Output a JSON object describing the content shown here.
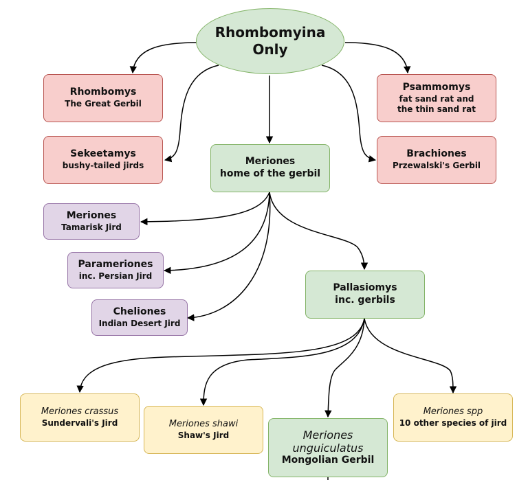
{
  "root": {
    "line1": "Rhombomyina",
    "line2": "Only"
  },
  "genera_left": [
    {
      "title": "Rhombomys",
      "subtitle": "The Great Gerbil"
    },
    {
      "title": "Sekeetamys",
      "subtitle": "bushy-tailed jirds"
    }
  ],
  "genera_right": [
    {
      "title": "Psammomys",
      "subtitle_line1": "fat sand rat and",
      "subtitle_line2": "the thin sand rat"
    },
    {
      "title": "Brachiones",
      "subtitle": "Przewalski's Gerbil"
    }
  ],
  "meriones": {
    "title": "Meriones",
    "subtitle": "home of the gerbil"
  },
  "subgenera": [
    {
      "title": "Meriones",
      "subtitle": "Tamarisk Jird"
    },
    {
      "title": "Parameriones",
      "subtitle": "inc. Persian Jird"
    },
    {
      "title": "Cheliones",
      "subtitle": "Indian Desert Jird"
    }
  ],
  "pallasiomys": {
    "title": "Pallasiomys",
    "subtitle": "inc. gerbils"
  },
  "species": [
    {
      "name": "Meriones crassus",
      "common": "Sundervali's Jird"
    },
    {
      "name": "Meriones shawi",
      "common": "Shaw's Jird"
    },
    {
      "name_line1": "Meriones",
      "name_line2": "unguiculatus",
      "common": "Mongolian Gerbil"
    },
    {
      "name": "Meriones spp",
      "common": "10 other species of jird"
    }
  ],
  "colors": {
    "red_fill": "#f8cecc",
    "red_stroke": "#b85450",
    "green_fill": "#d5e8d4",
    "green_stroke": "#82b366",
    "purple_fill": "#e1d5e7",
    "purple_stroke": "#9673a6",
    "yellow_fill": "#fff2cc",
    "yellow_stroke": "#d6b656",
    "edge": "#000000"
  }
}
